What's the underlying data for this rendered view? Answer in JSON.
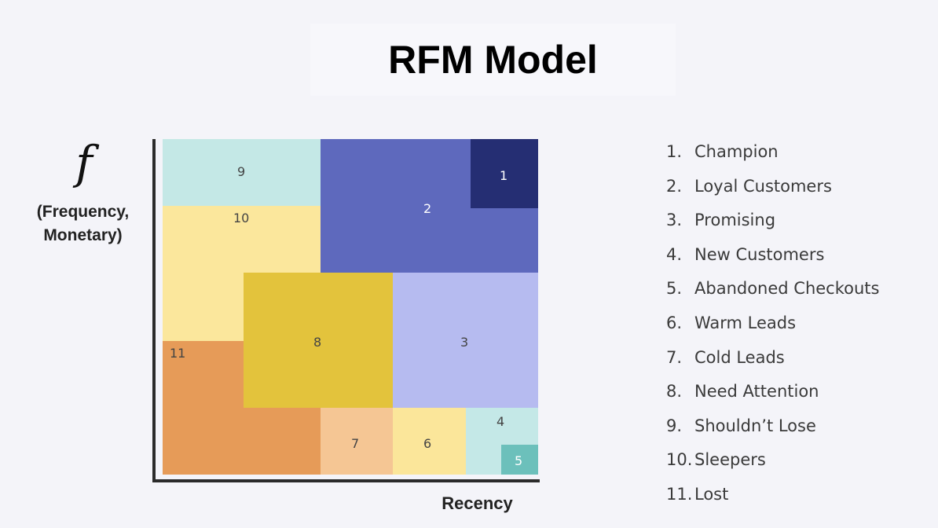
{
  "title": "RFM Model",
  "y_axis": {
    "symbol": "f",
    "label_line1": "(Frequency,",
    "label_line2": "Monetary)"
  },
  "x_axis": {
    "label": "Recency"
  },
  "segments": [
    {
      "id": 1,
      "label": "1",
      "color": "#252e73"
    },
    {
      "id": 2,
      "label": "2",
      "color": "#5e69bd"
    },
    {
      "id": 3,
      "label": "3",
      "color": "#b6bbf0"
    },
    {
      "id": 4,
      "label": "4",
      "color": "#c4e8e7"
    },
    {
      "id": 5,
      "label": "5",
      "color": "#6cc0bb"
    },
    {
      "id": 6,
      "label": "6",
      "color": "#fbe69a"
    },
    {
      "id": 7,
      "label": "7",
      "color": "#f5c694"
    },
    {
      "id": 8,
      "label": "8",
      "color": "#e3c33c"
    },
    {
      "id": 9,
      "label": "9",
      "color": "#c4e8e6"
    },
    {
      "id": 10,
      "label": "10",
      "color": "#fbe79c"
    },
    {
      "id": 11,
      "label": "11",
      "color": "#e69b58"
    }
  ],
  "legend": [
    {
      "number": "1.",
      "text": "Champion"
    },
    {
      "number": "2.",
      "text": "Loyal Customers"
    },
    {
      "number": "3.",
      "text": "Promising"
    },
    {
      "number": "4.",
      "text": "New Customers"
    },
    {
      "number": "5.",
      "text": "Abandoned Checkouts"
    },
    {
      "number": "6.",
      "text": "Warm Leads"
    },
    {
      "number": "7.",
      "text": "Cold Leads"
    },
    {
      "number": "8.",
      "text": "Need Attention"
    },
    {
      "number": "9.",
      "text": "Shouldn’t Lose"
    },
    {
      "number": "10.",
      "text": "Sleepers"
    },
    {
      "number": "11.",
      "text": "Lost"
    }
  ]
}
